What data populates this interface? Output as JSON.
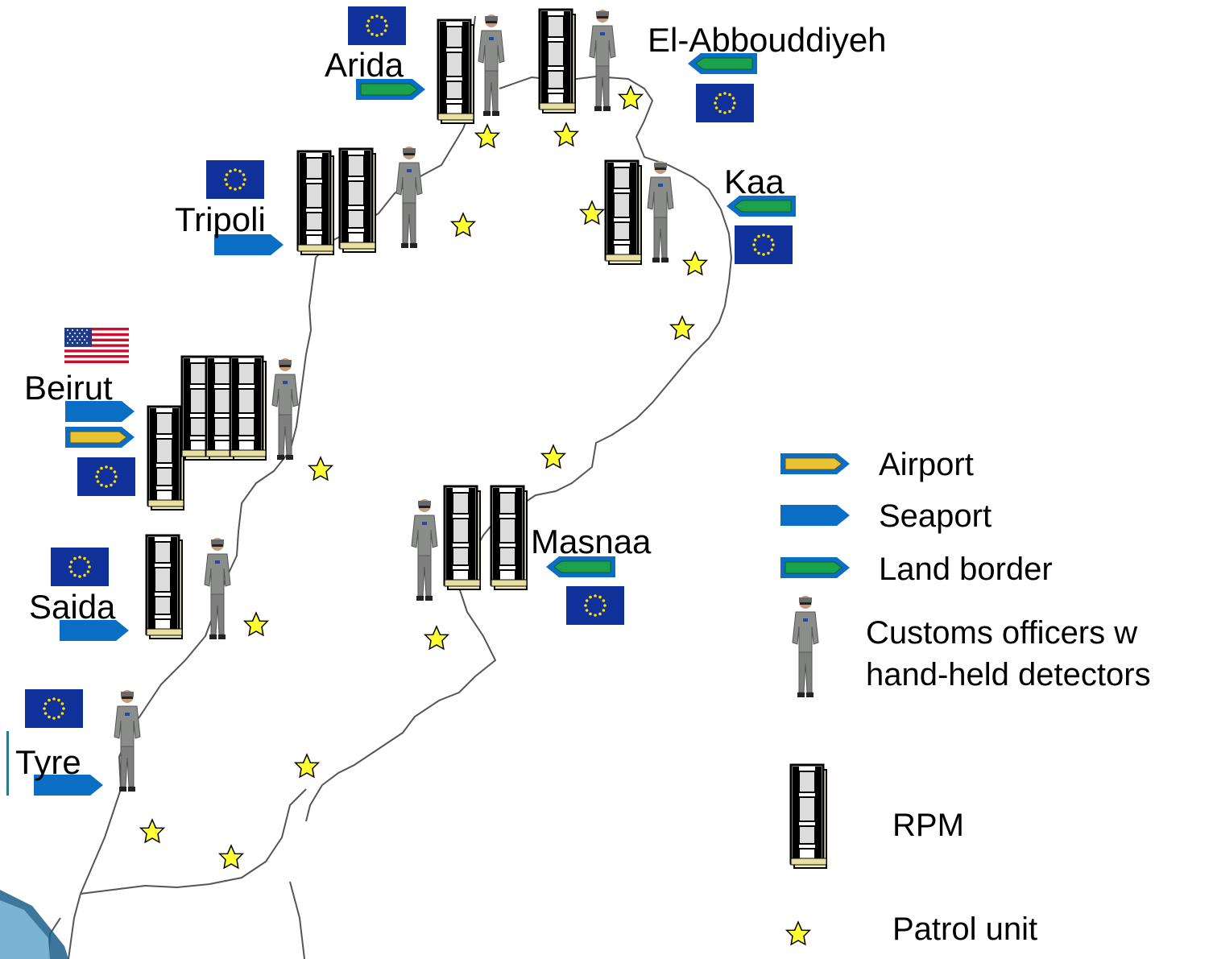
{
  "places": {
    "arida": "Arida",
    "abbouddiyeh": "El-Abbouddiyeh",
    "tripoli": "Tripoli",
    "kaa": "Kaa",
    "beirut": "Beirut",
    "masnaa": "Masnaa",
    "saida": "Saida",
    "tyre": "Tyre"
  },
  "legend": {
    "airport": "Airport",
    "seaport": "Seaport",
    "land_border": "Land border",
    "customs_officers": "Customs officers w\nhand-held detectors",
    "rpm": "RPM",
    "patrol_unit": "Patrol unit"
  },
  "colors": {
    "seaport_blue": "#0a6fc4",
    "land_border_green": "#1aa34a",
    "airport_gold": "#e8c230",
    "eu_flag_blue": "#10309a",
    "eu_star_yellow": "#ffdd00",
    "star_yellow": "#ffff33",
    "border_line": "#555555"
  },
  "icons": {
    "eu_flag": "eu-flag-icon",
    "us_flag": "us-flag-icon",
    "rpm": "rpm-icon",
    "officer": "customs-officer-icon",
    "star": "patrol-star-icon",
    "seaport": "seaport-arrow-icon",
    "airport": "airport-arrow-icon",
    "land_border": "land-border-arrow-icon"
  }
}
